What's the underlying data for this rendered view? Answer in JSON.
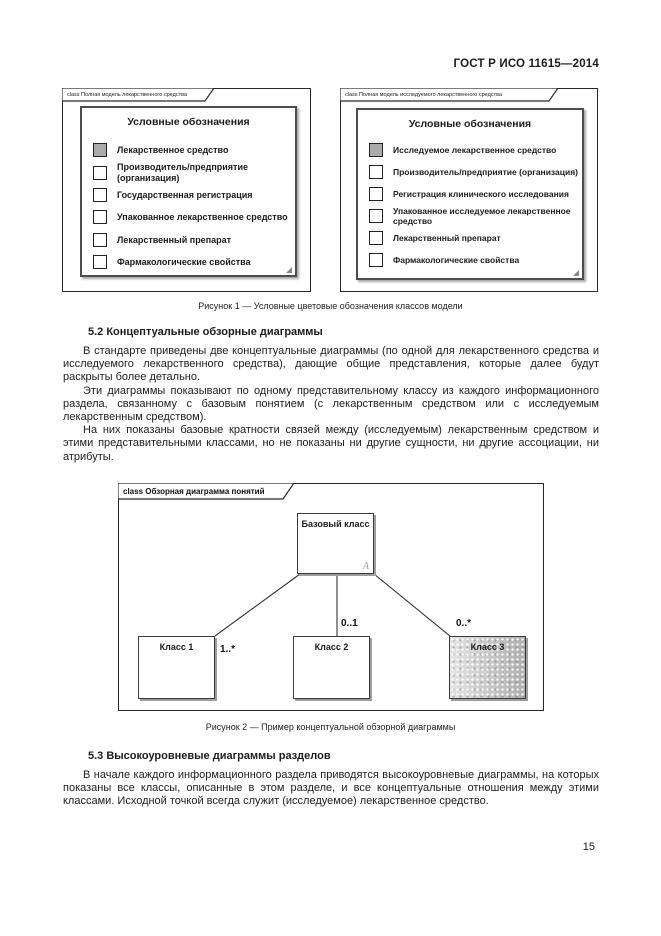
{
  "page": {
    "header": "ГОСТ Р ИСО 11615—2014",
    "number": "15"
  },
  "colors": {
    "legend_gray": "#ababab",
    "white": "#ffffff",
    "class3_fill": "#c3c3c3"
  },
  "figure1": {
    "left_frame": {
      "tab": "class Полная модель лекарственного средства",
      "legend_title": "Условные обозначения",
      "items": [
        {
          "label": "Лекарственное средство",
          "fill": "#ababab"
        },
        {
          "label": "Производитель/предприятие (организация)",
          "fill": "#ffffff"
        },
        {
          "label": "Государственная регистрация",
          "fill": "#ffffff"
        },
        {
          "label": "Упакованное лекарственное средство",
          "fill": "#ffffff"
        },
        {
          "label": "Лекарственный препарат",
          "fill": "#ffffff"
        },
        {
          "label": "Фармакологические свойства",
          "fill": "#ffffff"
        }
      ]
    },
    "right_frame": {
      "tab": "class Полная модель исследуемого лекарственного средства",
      "legend_title": "Условные обозначения",
      "items": [
        {
          "label": "Исследуемое лекарственное средство",
          "fill": "#ababab"
        },
        {
          "label": "Производитель/предприятие (организация)",
          "fill": "#ffffff"
        },
        {
          "label": "Регистрация клинического исследования",
          "fill": "#ffffff"
        },
        {
          "label": "Упакованное исследуемое лекарственное средство",
          "fill": "#ffffff"
        },
        {
          "label": "Лекарственный препарат",
          "fill": "#ffffff"
        },
        {
          "label": "Фармакологические свойства",
          "fill": "#ffffff"
        }
      ]
    },
    "caption": "Рисунок 1 — Условные цветовые обозначения классов модели"
  },
  "section_5_2": {
    "heading": "5.2 Концептуальные обзорные диаграммы",
    "paragraphs": [
      "В стандарте приведены две концептуальные диаграммы (по одной для лекарственного средства и исследуемого лекарственного средства), дающие общие представления, которые далее будут раскрыты более детально.",
      "Эти диаграммы показывают по одному представительному классу из каждого информационного раздела, связанному с базовым понятием (с лекарственным средством или с исследуемым лекарственным средством).",
      "На них показаны базовые кратности связей между (исследуемым) лекарственным средством и этими представительными классами, но не показаны ни другие сущности, ни другие ассоциации, ни атрибуты."
    ]
  },
  "figure2": {
    "tab": "class Обзорная диаграмма понятий",
    "base_class": {
      "label": "Базовый класс",
      "corner_mark": "A"
    },
    "classes": [
      {
        "label": "Класс 1",
        "multiplicity": "1..*"
      },
      {
        "label": "Класс 2",
        "multiplicity": "0..1"
      },
      {
        "label": "Класс 3",
        "multiplicity": "0..*"
      }
    ],
    "caption": "Рисунок 2 — Пример концептуальной обзорной диаграммы"
  },
  "section_5_3": {
    "heading": "5.3 Высокоуровневые диаграммы разделов",
    "paragraphs": [
      "В начале каждого информационного раздела приводятся высокоуровневые диаграммы, на которых показаны все классы, описанные в этом разделе, и все концептуальные отношения между этими классами. Исходной точкой всегда служит (исследуемое) лекарственное средство."
    ]
  }
}
